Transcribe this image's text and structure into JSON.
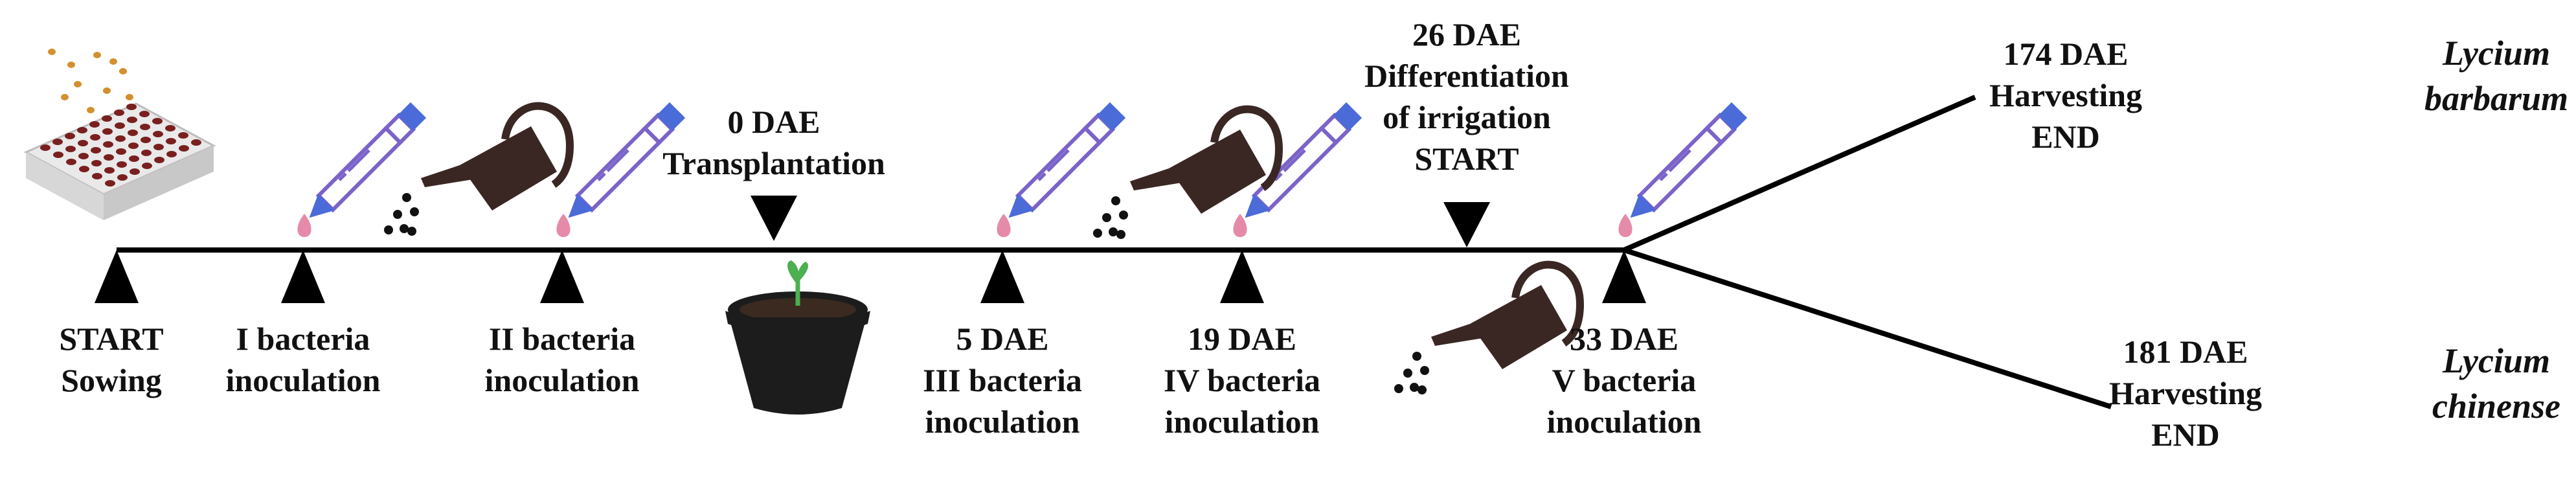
{
  "colors": {
    "line": "#000000",
    "text": "#111111",
    "pot": "#1c1c1c",
    "soil": "#3a2a20",
    "seedling": "#4caf50",
    "tray": "#e9e9e9",
    "tray_cell": "#7a1f1f",
    "seed": "#d4902e",
    "pipette_outline": "#7b63c9",
    "pipette_tip": "#4b6bd8",
    "droplet": "#e58aa8",
    "watering_can": "#3a2724",
    "water_drop": "#111111"
  },
  "icons": [
    "seed-tray-icon",
    "pipette-icon",
    "watering-can-icon",
    "plant-pot-icon",
    "seedling-icon",
    "marker-triangle-icon"
  ],
  "events": [
    {
      "id": "start-sowing",
      "lines": [
        "START",
        "Sowing"
      ]
    },
    {
      "id": "inoculation-1",
      "lines": [
        "I bacteria",
        "inoculation"
      ]
    },
    {
      "id": "inoculation-2",
      "lines": [
        "II bacteria",
        "inoculation"
      ]
    },
    {
      "id": "transplantation",
      "lines": [
        "0 DAE",
        "Transplantation"
      ]
    },
    {
      "id": "inoculation-3",
      "lines": [
        "5 DAE",
        "III bacteria",
        "inoculation"
      ]
    },
    {
      "id": "inoculation-4",
      "lines": [
        "19 DAE",
        "IV bacteria",
        "inoculation"
      ]
    },
    {
      "id": "irrigation",
      "lines": [
        "26 DAE",
        "Differentiation",
        "of irrigation",
        "START"
      ]
    },
    {
      "id": "inoculation-5",
      "lines": [
        "33 DAE",
        "V bacteria",
        "inoculation"
      ]
    }
  ],
  "branches": [
    {
      "id": "barbarum",
      "harvest_lines": [
        "174 DAE",
        "Harvesting",
        "END"
      ],
      "species_lines": [
        "Lycium",
        "barbarum"
      ]
    },
    {
      "id": "chinense",
      "harvest_lines": [
        "181 DAE",
        "Harvesting",
        "END"
      ],
      "species_lines": [
        "Lycium",
        "chinense"
      ]
    }
  ]
}
